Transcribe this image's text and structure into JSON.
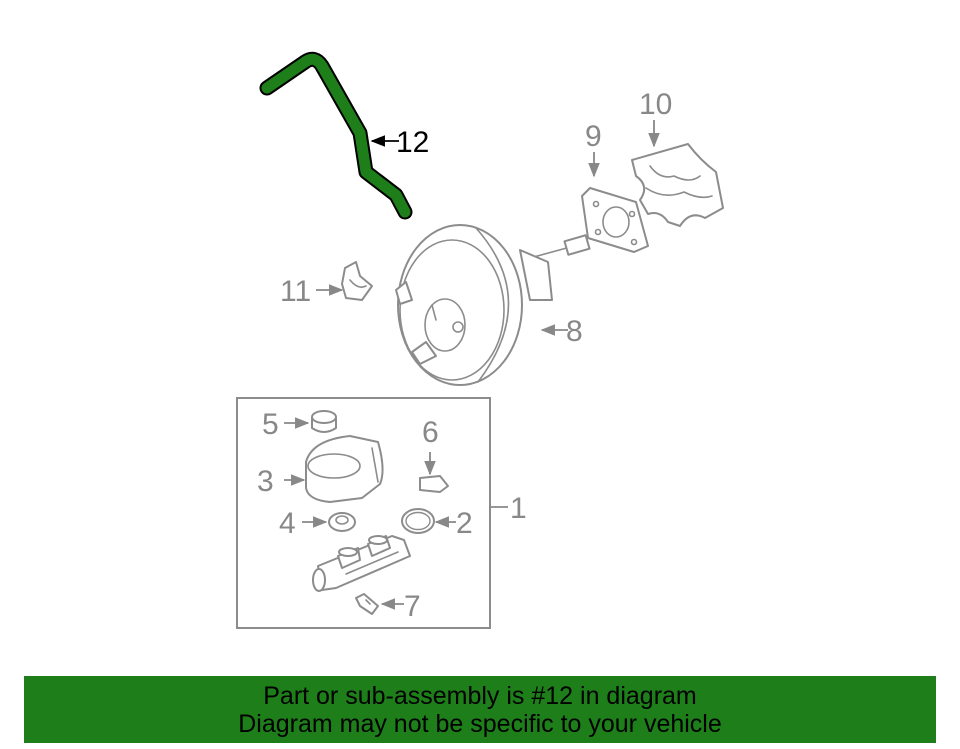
{
  "diagram": {
    "highlight_color": "#1d7e1a",
    "callouts": {
      "p1": "1",
      "p2": "2",
      "p3": "3",
      "p4": "4",
      "p5": "5",
      "p6": "6",
      "p7": "7",
      "p8": "8",
      "p9": "9",
      "p10": "10",
      "p11": "11",
      "p12": "12"
    }
  },
  "banner": {
    "background": "#1d7e1a",
    "line1": "Part or sub-assembly is #12 in diagram",
    "line2": "Diagram may not be specific to your vehicle"
  }
}
